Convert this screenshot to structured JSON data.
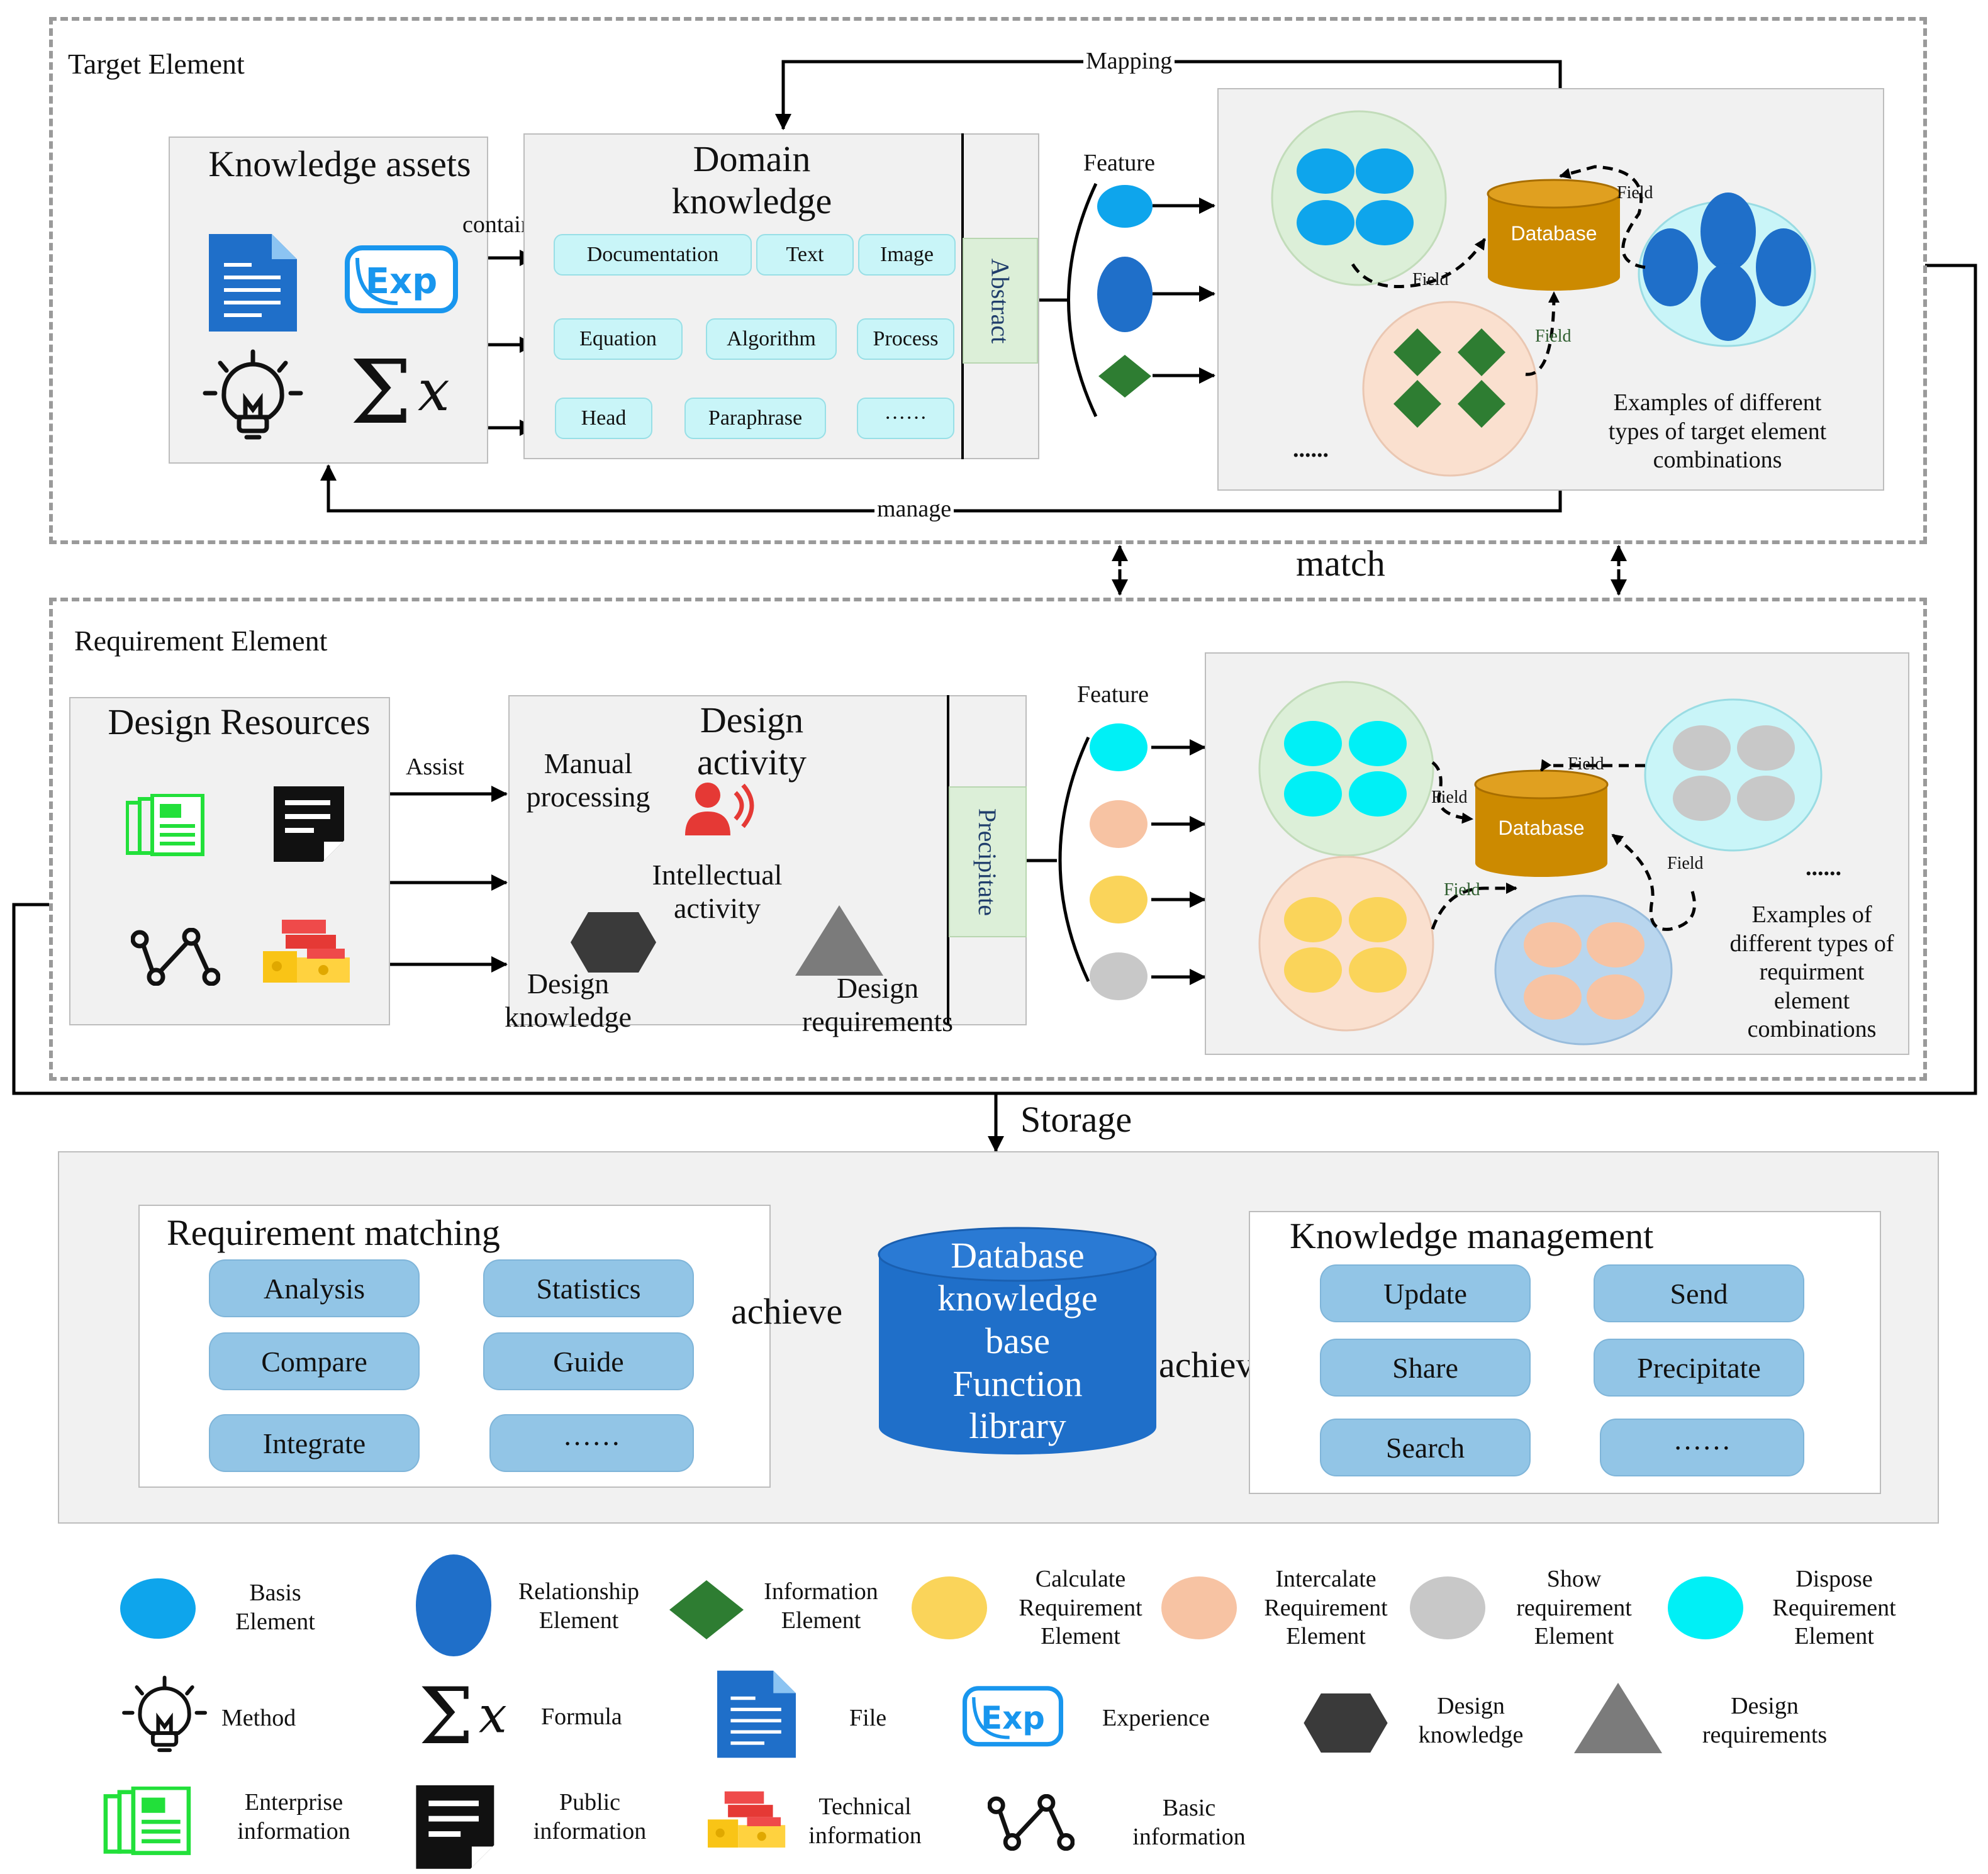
{
  "sections": {
    "target_title": "Target Element",
    "requirement_title": "Requirement Element",
    "match_label": "match",
    "storage_label": "Storage"
  },
  "target": {
    "knowledge_assets_title": "Knowledge assets",
    "domain_knowledge_title": "Domain knowledge",
    "contain_label": "contain",
    "mapping_label": "Mapping",
    "manage_label": "manage",
    "abstract_label": "Abstract",
    "feature_label": "Feature",
    "chips": [
      "Documentation",
      "Text",
      "Image",
      "Equation",
      "Algorithm",
      "Process",
      "Head",
      "Paraphrase",
      "······"
    ],
    "database_label": "Database",
    "field_label": "Field",
    "ellipsis": "......",
    "examples_text": [
      "Examples of different",
      "types of target element",
      "combinations"
    ]
  },
  "requirement": {
    "design_resources_title": "Design Resources",
    "design_activity_title": "Design activity",
    "assist_label": "Assist",
    "manual_processing": "Manual processing",
    "intellectual_activity": "Intellectual activity",
    "design_knowledge": "Design knowledge",
    "design_requirements": "Design requirements",
    "precipitate_label": "Precipitate",
    "feature_label": "Feature",
    "database_label": "Database",
    "field_label": "Field",
    "ellipsis": "......",
    "examples_text": [
      "Examples of",
      "different types of",
      "requirment",
      "element",
      "combinations"
    ]
  },
  "storage": {
    "requirement_matching_title": "Requirement matching",
    "knowledge_management_title": "Knowledge management",
    "achieve_label": "achieve",
    "db_text": [
      "Database",
      "knowledge",
      "base",
      "Function",
      "library"
    ],
    "matching_items": [
      "Analysis",
      "Statistics",
      "Compare",
      "Guide",
      "Integrate",
      "······"
    ],
    "management_items": [
      "Update",
      "Send",
      "Share",
      "Precipitate",
      "Search",
      "······"
    ]
  },
  "legend": {
    "row1": [
      {
        "label": "Basis Element",
        "color": "#0ea5ec",
        "icon": "basis-element-ellipse"
      },
      {
        "label": "Relationship Element",
        "color": "#1f6fc9",
        "icon": "relationship-element-ellipse"
      },
      {
        "label": "Information Element",
        "color": "#2e7d32",
        "icon": "information-element-diamond"
      },
      {
        "label": "Calculate Requirement Element",
        "color": "#fad45a",
        "icon": "calculate-ellipse"
      },
      {
        "label": "Intercalate Requirement Element",
        "color": "#f7c3a3",
        "icon": "intercalate-ellipse"
      },
      {
        "label": "Show requirement Element",
        "color": "#c8c8c8",
        "icon": "show-ellipse"
      },
      {
        "label": "Dispose Requirement Element",
        "color": "#00f0f6",
        "icon": "dispose-ellipse"
      }
    ],
    "row2": [
      {
        "label": "Method",
        "icon": "lightbulb-icon"
      },
      {
        "label": "Formula",
        "icon": "sigma-x-icon"
      },
      {
        "label": "File",
        "icon": "file-icon"
      },
      {
        "label": "Experience",
        "icon": "exp-icon"
      },
      {
        "label": "Design knowledge",
        "icon": "hexagon-icon"
      },
      {
        "label": "Design requirements",
        "icon": "triangle-icon"
      }
    ],
    "row3": [
      {
        "label": "Enterprise information",
        "icon": "enterprise-doc-icon"
      },
      {
        "label": "Public information",
        "icon": "public-doc-icon"
      },
      {
        "label": "Technical information",
        "icon": "bricks-icon"
      },
      {
        "label": "Basic information",
        "icon": "nodes-icon"
      }
    ]
  },
  "colors": {
    "basis": "#0ea5ec",
    "relationship": "#1f6fc9",
    "information": "#2e7d32",
    "calculate": "#fad45a",
    "intercalate": "#f7c3a3",
    "show": "#c8c8c8",
    "dispose": "#00f0f6",
    "database_gold": "#cc8a00",
    "database_blue": "#1f6fc9"
  }
}
